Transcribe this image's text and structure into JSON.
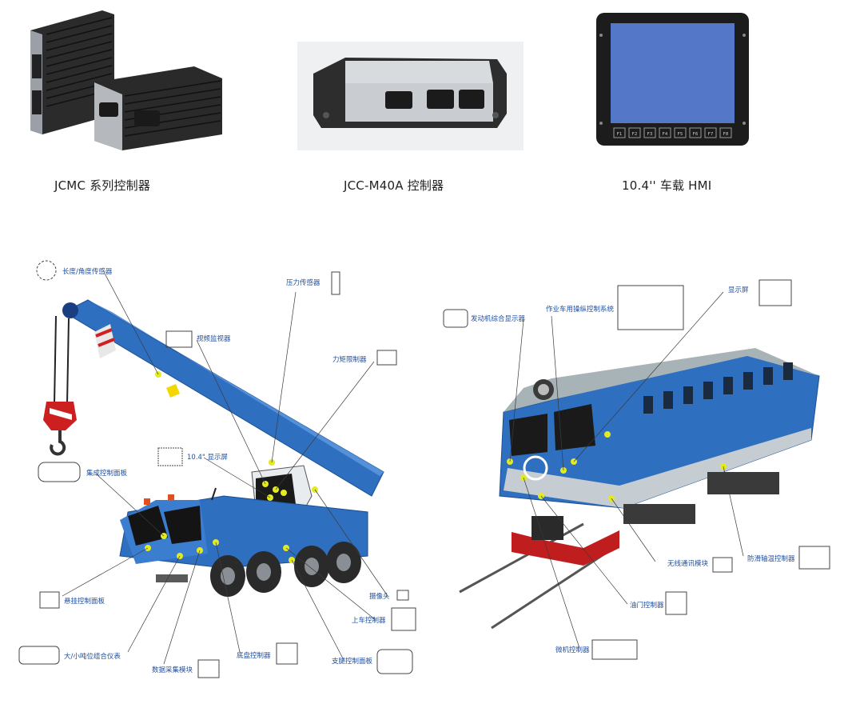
{
  "products": [
    {
      "caption": "JCMC 系列控制器",
      "icon": "jcmc-controller-image"
    },
    {
      "caption": "JCC-M40A 控制器",
      "icon": "jcc-m40a-controller-image"
    },
    {
      "caption": "10.4'' 车载 HMI",
      "icon": "hmi-display-image"
    }
  ],
  "hmi_keys": [
    "F1",
    "F2",
    "F3",
    "F4",
    "F5",
    "F6",
    "F7",
    "F8"
  ],
  "crane": {
    "labels": {
      "length_angle_sensor": "长度/角度传感器",
      "pressure_sensor": "压力传感器",
      "video_monitor": "视频监视器",
      "torque_limiter": "力矩限制器",
      "display_104": "10.4\"  显示屏",
      "integrated_panel": "集成控制面板",
      "suspension_panel": "悬挂控制面板",
      "combo_meter": "大/小吨位组合仪表",
      "data_module": "数据采集模块",
      "chassis_controller": "底盘控制器",
      "camera": "摄像头",
      "upper_controller": "上车控制器",
      "outrigger_panel": "支腿控制面板"
    }
  },
  "locomotive": {
    "labels": {
      "engine_display": "发动机综合显示器",
      "operation_system": "作业车用操纵控制系统",
      "display": "显示屏",
      "wireless_module": "无线通讯模块",
      "antislip_controller": "防滑轴温控制器",
      "throttle_controller": "油门控制器",
      "micro_controller": "微机控制器"
    }
  },
  "colors": {
    "body_blue": "#2f6fc0",
    "accent_yellow": "#e3ea22",
    "label_blue": "#1f4fa0"
  }
}
